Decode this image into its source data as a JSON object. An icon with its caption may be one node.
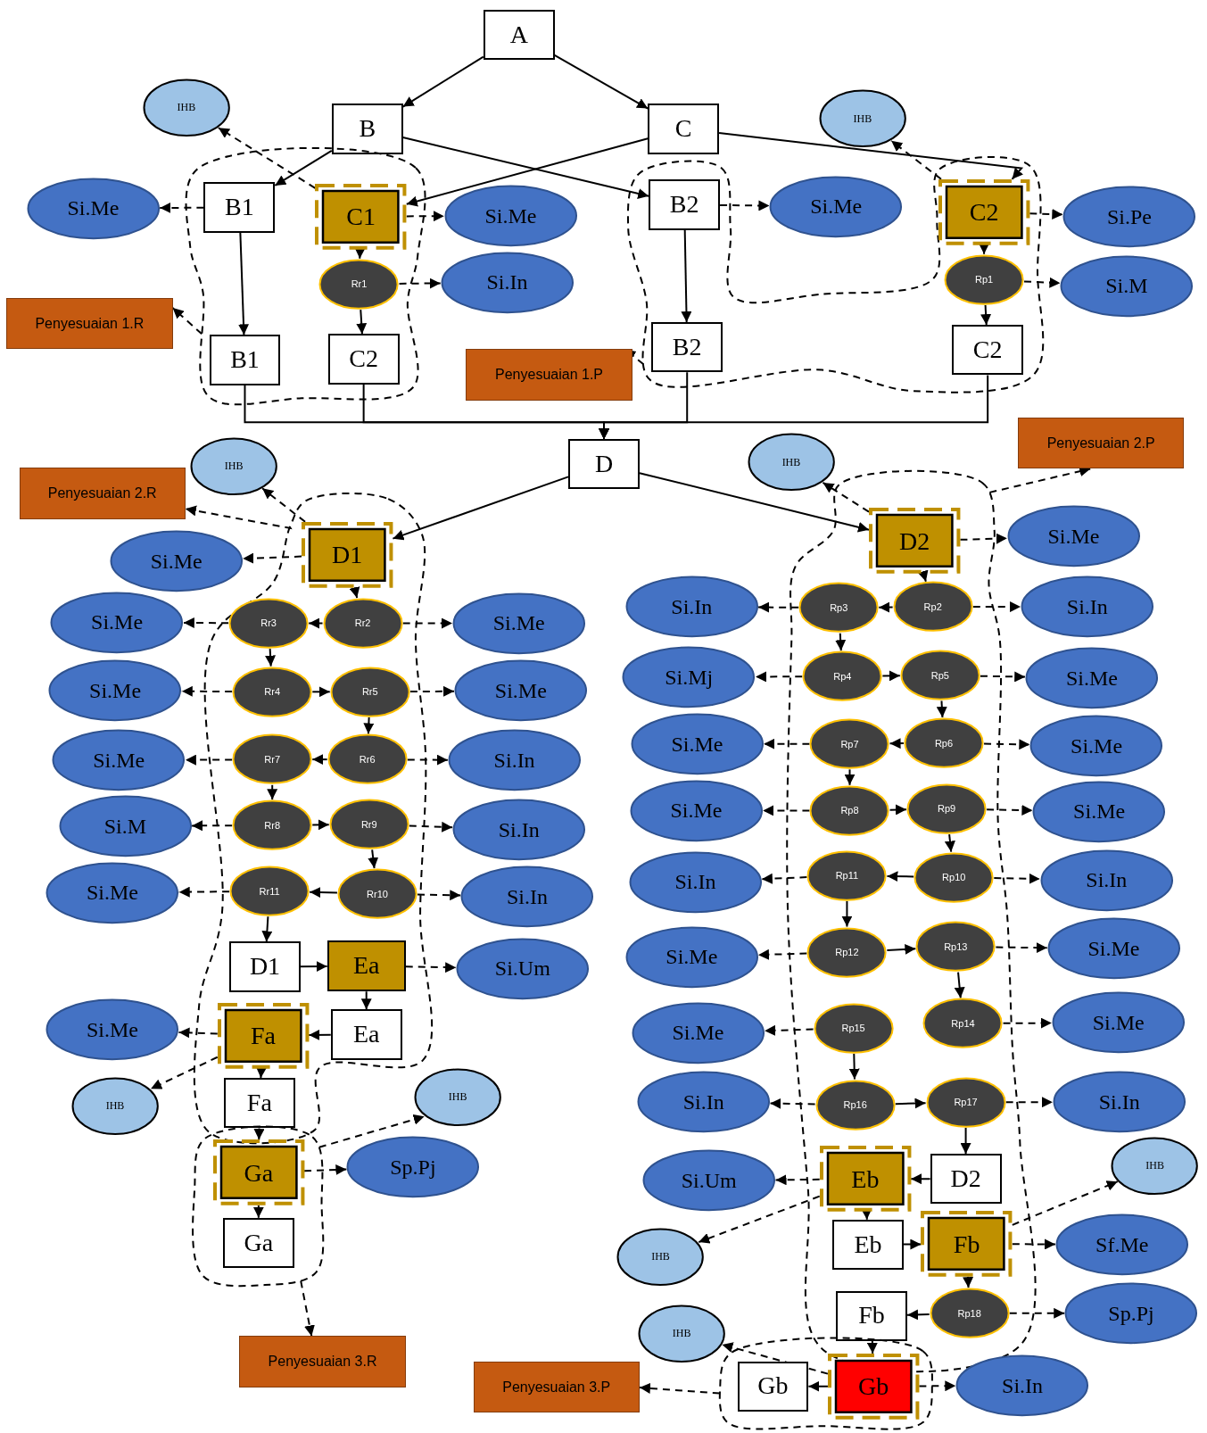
{
  "diagram": {
    "nodes": [
      {
        "text": [
          "A"
        ]
      },
      {
        "text": [
          "B"
        ]
      },
      {
        "text": [
          "C"
        ]
      },
      {
        "text": [
          "IHB"
        ]
      },
      {
        "text": [
          "IHB"
        ]
      },
      {
        "text": [],
        "shape": "cloud"
      },
      {
        "text": [
          "Si.Me"
        ]
      },
      {
        "text": [
          "B1"
        ],
        "in": 5
      },
      {
        "text": [
          "C1"
        ],
        "in": 5
      },
      {
        "text": [
          "Si.Me"
        ]
      },
      {
        "text": [],
        "shape": "cloud"
      },
      {
        "text": [
          "B2"
        ],
        "in": 10
      },
      {
        "text": [
          "Si.Me"
        ]
      },
      {
        "text": [
          "C2"
        ],
        "in": 10
      },
      {
        "text": [
          "Si.Pe"
        ]
      },
      {
        "text": [
          "Rr1"
        ],
        "in": 5
      },
      {
        "text": [
          "Si.In"
        ]
      },
      {
        "text": [
          "Rp1"
        ],
        "in": 10
      },
      {
        "text": [
          "Si.M"
        ]
      },
      {
        "text": [
          "Penyesuaian 1.R"
        ]
      },
      {
        "text": [
          "B1"
        ],
        "in": 5
      },
      {
        "text": [
          "C2"
        ],
        "in": 5
      },
      {
        "text": [
          "Penyesuaian 1.P"
        ]
      },
      {
        "text": [
          "B2"
        ],
        "in": 10
      },
      {
        "text": [
          "C2"
        ],
        "in": 10
      },
      {
        "text": [
          "Penyesuaian 2.P"
        ]
      },
      {
        "text": [
          "IHB"
        ]
      },
      {
        "text": [
          "D"
        ]
      },
      {
        "text": [
          "IHB"
        ]
      },
      {
        "text": [
          "Penyesuaian 2.R"
        ]
      },
      {
        "text": [],
        "shape": "cloud"
      },
      {
        "text": [],
        "shape": "cloud"
      },
      {
        "text": [
          "D2"
        ],
        "in": 31
      },
      {
        "text": [
          "Si.Me"
        ]
      },
      {
        "text": [
          "D1"
        ],
        "in": 30
      },
      {
        "text": [
          "Si.Me"
        ]
      },
      {
        "text": [
          "Si.In"
        ]
      },
      {
        "text": [
          "Rp3"
        ],
        "in": 31
      },
      {
        "text": [
          "Rp2"
        ],
        "in": 31
      },
      {
        "text": [
          "Si.In"
        ]
      },
      {
        "text": [
          "Si.Me"
        ]
      },
      {
        "text": [
          "Rr3"
        ],
        "in": 30
      },
      {
        "text": [
          "Rr2"
        ],
        "in": 30
      },
      {
        "text": [
          "Si.Me"
        ]
      },
      {
        "text": [
          "Si.Mj"
        ]
      },
      {
        "text": [
          "Rp4"
        ],
        "in": 31
      },
      {
        "text": [
          "Rp5"
        ],
        "in": 31
      },
      {
        "text": [
          "Si.Me"
        ]
      },
      {
        "text": [
          "Si.Me"
        ]
      },
      {
        "text": [
          "Rr4"
        ],
        "in": 30
      },
      {
        "text": [
          "Rr5"
        ],
        "in": 30
      },
      {
        "text": [
          "Si.Me"
        ]
      },
      {
        "text": [
          "Si.Me"
        ]
      },
      {
        "text": [
          "Rp7"
        ],
        "in": 31
      },
      {
        "text": [
          "Rp6"
        ],
        "in": 31
      },
      {
        "text": [
          "Si.Me"
        ]
      },
      {
        "text": [
          "Si.Me"
        ]
      },
      {
        "text": [
          "Rr7"
        ],
        "in": 30
      },
      {
        "text": [
          "Rr6"
        ],
        "in": 30
      },
      {
        "text": [
          "Si.In"
        ]
      },
      {
        "text": [
          "Si.Me"
        ]
      },
      {
        "text": [
          "Rp8"
        ],
        "in": 31
      },
      {
        "text": [
          "Rp9"
        ],
        "in": 31
      },
      {
        "text": [
          "Si.Me"
        ]
      },
      {
        "text": [
          "Si.M"
        ]
      },
      {
        "text": [
          "Rr8"
        ],
        "in": 30
      },
      {
        "text": [
          "Rr9"
        ],
        "in": 30
      },
      {
        "text": [
          "Si.In"
        ]
      },
      {
        "text": [
          "Si.In"
        ]
      },
      {
        "text": [
          "Rp11"
        ],
        "in": 31
      },
      {
        "text": [
          "Rp10"
        ],
        "in": 31
      },
      {
        "text": [
          "Si.In"
        ]
      },
      {
        "text": [
          "Si.Me"
        ]
      },
      {
        "text": [
          "Rr11"
        ],
        "in": 30
      },
      {
        "text": [
          "Rr10"
        ],
        "in": 30
      },
      {
        "text": [
          "Si.In"
        ]
      },
      {
        "text": [
          "Si.Me"
        ]
      },
      {
        "text": [
          "Rp12"
        ],
        "in": 31
      },
      {
        "text": [
          "Rp13"
        ],
        "in": 31
      },
      {
        "text": [
          "Si.Me"
        ]
      },
      {
        "text": [
          "D1"
        ],
        "in": 30
      },
      {
        "text": [
          "Ea"
        ],
        "in": 30
      },
      {
        "text": [
          "Si.Um"
        ]
      },
      {
        "text": [
          "Si.Me"
        ]
      },
      {
        "text": [
          "Rp15"
        ],
        "in": 31
      },
      {
        "text": [
          "Rp14"
        ],
        "in": 31
      },
      {
        "text": [
          "Si.Me"
        ]
      },
      {
        "text": [
          "Si.Me"
        ]
      },
      {
        "text": [
          "Fa"
        ],
        "in": 30
      },
      {
        "text": [
          "Ea"
        ],
        "in": 30
      },
      {
        "text": [
          "IHB"
        ]
      },
      {
        "text": [
          "IHB"
        ]
      },
      {
        "text": [
          "Fa"
        ],
        "in": 30
      },
      {
        "text": [
          "Si.In"
        ]
      },
      {
        "text": [
          "Rp16"
        ],
        "in": 31
      },
      {
        "text": [
          "Rp17"
        ],
        "in": 31
      },
      {
        "text": [
          "Si.In"
        ]
      },
      {
        "text": [],
        "shape": "cloud"
      },
      {
        "text": [
          "Ga"
        ],
        "in": 97
      },
      {
        "text": [
          "Sp.Pj"
        ]
      },
      {
        "text": [
          "IHB"
        ]
      },
      {
        "text": [
          "Si.Um"
        ]
      },
      {
        "text": [
          "Eb"
        ],
        "in": 31
      },
      {
        "text": [
          "D2"
        ],
        "in": 31
      },
      {
        "text": [
          "Ga"
        ],
        "in": 97
      },
      {
        "text": [
          "Eb"
        ],
        "in": 31
      },
      {
        "text": [
          "Fb"
        ],
        "in": 31
      },
      {
        "text": [
          "Sf.Me"
        ]
      },
      {
        "text": [
          "IHB"
        ]
      },
      {
        "text": [
          "Fb"
        ],
        "in": 31
      },
      {
        "text": [
          "Rp18"
        ],
        "in": 31
      },
      {
        "text": [
          "Sp.Pj"
        ]
      },
      {
        "text": [
          "IHB"
        ]
      },
      {
        "text": [
          "Penyesuaian 3.R"
        ]
      },
      {
        "text": [],
        "shape": "cloud"
      },
      {
        "text": [
          "Penyesuaian 3.P"
        ]
      },
      {
        "text": [
          "Gb"
        ],
        "in": 114
      },
      {
        "text": [
          "Gb"
        ],
        "in": 114
      },
      {
        "text": [
          "Si.In"
        ]
      }
    ],
    "edges": [
      {
        "from": 0,
        "to": 1,
        "arrow": "to"
      },
      {
        "from": 0,
        "to": 2,
        "arrow": "to"
      },
      {
        "from": 1,
        "to": 7,
        "arrow": "to"
      },
      {
        "from": 1,
        "to": 11,
        "arrow": "to"
      },
      {
        "from": 2,
        "to": 8,
        "arrow": "to"
      },
      {
        "from": 2,
        "to": 13,
        "arrow": "to"
      },
      {
        "from": 7,
        "to": 6,
        "arrow": "to",
        "style": "dashed"
      },
      {
        "from": 8,
        "to": 9,
        "arrow": "to",
        "style": "dashed"
      },
      {
        "from": 11,
        "to": 12,
        "arrow": "to",
        "style": "dashed"
      },
      {
        "from": 13,
        "to": 14,
        "arrow": "to",
        "style": "dashed"
      },
      {
        "from": 15,
        "to": 16,
        "arrow": "to",
        "style": "dashed"
      },
      {
        "from": 17,
        "to": 18,
        "arrow": "to",
        "style": "dashed"
      },
      {
        "from": 8,
        "to": 3,
        "arrow": "to",
        "style": "dashed"
      },
      {
        "from": 13,
        "to": 4,
        "arrow": "to",
        "style": "dashed"
      },
      {
        "from": 7,
        "to": 20,
        "arrow": "to"
      },
      {
        "from": 8,
        "to": 15,
        "arrow": "to"
      },
      {
        "from": 15,
        "to": 21,
        "arrow": "to"
      },
      {
        "from": 11,
        "to": 23,
        "arrow": "to"
      },
      {
        "from": 13,
        "to": 17,
        "arrow": "to"
      },
      {
        "from": 17,
        "to": 24,
        "arrow": "to"
      },
      {
        "from": 20,
        "to": 27,
        "arrow": "to"
      },
      {
        "from": 21,
        "to": 27,
        "arrow": "to"
      },
      {
        "from": 23,
        "to": 27,
        "arrow": "to"
      },
      {
        "from": 24,
        "to": 27,
        "arrow": "to"
      },
      {
        "from": 5,
        "to": 19,
        "arrow": "to",
        "style": "dashed"
      },
      {
        "from": 10,
        "to": 22,
        "arrow": "to",
        "style": "dashed"
      },
      {
        "from": 27,
        "to": 34,
        "arrow": "to"
      },
      {
        "from": 27,
        "to": 32,
        "arrow": "to"
      },
      {
        "from": 34,
        "to": 28,
        "arrow": "to",
        "style": "dashed"
      },
      {
        "from": 34,
        "to": 35,
        "arrow": "to",
        "style": "dashed"
      },
      {
        "from": 30,
        "to": 29,
        "arrow": "to",
        "style": "dashed"
      },
      {
        "from": 31,
        "to": 25,
        "arrow": "to",
        "style": "dashed"
      },
      {
        "from": 32,
        "to": 26,
        "arrow": "to",
        "style": "dashed"
      },
      {
        "from": 32,
        "to": 33,
        "arrow": "to",
        "style": "dashed"
      },
      {
        "from": 34,
        "to": 42,
        "arrow": "to"
      },
      {
        "from": 42,
        "to": 41,
        "arrow": "to"
      },
      {
        "from": 41,
        "to": 49,
        "arrow": "to"
      },
      {
        "from": 49,
        "to": 50,
        "arrow": "to"
      },
      {
        "from": 50,
        "to": 58,
        "arrow": "to"
      },
      {
        "from": 58,
        "to": 57,
        "arrow": "to"
      },
      {
        "from": 57,
        "to": 65,
        "arrow": "to"
      },
      {
        "from": 65,
        "to": 66,
        "arrow": "to"
      },
      {
        "from": 66,
        "to": 74,
        "arrow": "to"
      },
      {
        "from": 74,
        "to": 73,
        "arrow": "to"
      },
      {
        "from": 73,
        "to": 80,
        "arrow": "to"
      },
      {
        "from": 80,
        "to": 81,
        "arrow": "to"
      },
      {
        "from": 81,
        "to": 89,
        "arrow": "to"
      },
      {
        "from": 89,
        "to": 88,
        "arrow": "to"
      },
      {
        "from": 88,
        "to": 92,
        "arrow": "to"
      },
      {
        "from": 92,
        "to": 98,
        "arrow": "to"
      },
      {
        "from": 98,
        "to": 104,
        "arrow": "to"
      },
      {
        "from": 42,
        "to": 43,
        "arrow": "to",
        "style": "dashed"
      },
      {
        "from": 41,
        "to": 40,
        "arrow": "to",
        "style": "dashed"
      },
      {
        "from": 49,
        "to": 48,
        "arrow": "to",
        "style": "dashed"
      },
      {
        "from": 50,
        "to": 51,
        "arrow": "to",
        "style": "dashed"
      },
      {
        "from": 58,
        "to": 59,
        "arrow": "to",
        "style": "dashed"
      },
      {
        "from": 57,
        "to": 56,
        "arrow": "to",
        "style": "dashed"
      },
      {
        "from": 65,
        "to": 64,
        "arrow": "to",
        "style": "dashed"
      },
      {
        "from": 66,
        "to": 67,
        "arrow": "to",
        "style": "dashed"
      },
      {
        "from": 74,
        "to": 75,
        "arrow": "to",
        "style": "dashed"
      },
      {
        "from": 73,
        "to": 72,
        "arrow": "to",
        "style": "dashed"
      },
      {
        "from": 81,
        "to": 82,
        "arrow": "to",
        "style": "dashed"
      },
      {
        "from": 88,
        "to": 87,
        "arrow": "to",
        "style": "dashed"
      },
      {
        "from": 88,
        "to": 91,
        "arrow": "to",
        "style": "dashed"
      },
      {
        "from": 97,
        "to": 90,
        "arrow": "to",
        "style": "dashed"
      },
      {
        "from": 98,
        "to": 99,
        "arrow": "to",
        "style": "dashed"
      },
      {
        "from": 97,
        "to": 113,
        "arrow": "to",
        "style": "dashed"
      },
      {
        "from": 32,
        "to": 38,
        "arrow": "to"
      },
      {
        "from": 38,
        "to": 37,
        "arrow": "to"
      },
      {
        "from": 37,
        "to": 45,
        "arrow": "to"
      },
      {
        "from": 45,
        "to": 46,
        "arrow": "to"
      },
      {
        "from": 46,
        "to": 54,
        "arrow": "to"
      },
      {
        "from": 54,
        "to": 53,
        "arrow": "to"
      },
      {
        "from": 53,
        "to": 61,
        "arrow": "to"
      },
      {
        "from": 61,
        "to": 62,
        "arrow": "to"
      },
      {
        "from": 62,
        "to": 70,
        "arrow": "to"
      },
      {
        "from": 70,
        "to": 69,
        "arrow": "to"
      },
      {
        "from": 69,
        "to": 77,
        "arrow": "to"
      },
      {
        "from": 77,
        "to": 78,
        "arrow": "to"
      },
      {
        "from": 78,
        "to": 85,
        "arrow": "to"
      },
      {
        "from": 84,
        "to": 94,
        "arrow": "to"
      },
      {
        "from": 94,
        "to": 95,
        "arrow": "to"
      },
      {
        "from": 95,
        "to": 103,
        "arrow": "to"
      },
      {
        "from": 103,
        "to": 102,
        "arrow": "to"
      },
      {
        "from": 102,
        "to": 105,
        "arrow": "to"
      },
      {
        "from": 105,
        "to": 106,
        "arrow": "to"
      },
      {
        "from": 106,
        "to": 110,
        "arrow": "to"
      },
      {
        "from": 110,
        "to": 109,
        "arrow": "to"
      },
      {
        "from": 109,
        "to": 117,
        "arrow": "to"
      },
      {
        "from": 117,
        "to": 116,
        "arrow": "to"
      },
      {
        "from": 38,
        "to": 39,
        "arrow": "to",
        "style": "dashed"
      },
      {
        "from": 37,
        "to": 36,
        "arrow": "to",
        "style": "dashed"
      },
      {
        "from": 45,
        "to": 44,
        "arrow": "to",
        "style": "dashed"
      },
      {
        "from": 46,
        "to": 47,
        "arrow": "to",
        "style": "dashed"
      },
      {
        "from": 54,
        "to": 55,
        "arrow": "to",
        "style": "dashed"
      },
      {
        "from": 53,
        "to": 52,
        "arrow": "to",
        "style": "dashed"
      },
      {
        "from": 61,
        "to": 60,
        "arrow": "to",
        "style": "dashed"
      },
      {
        "from": 62,
        "to": 63,
        "arrow": "to",
        "style": "dashed"
      },
      {
        "from": 70,
        "to": 71,
        "arrow": "to",
        "style": "dashed"
      },
      {
        "from": 69,
        "to": 68,
        "arrow": "to",
        "style": "dashed"
      },
      {
        "from": 77,
        "to": 76,
        "arrow": "to",
        "style": "dashed"
      },
      {
        "from": 78,
        "to": 79,
        "arrow": "to",
        "style": "dashed"
      },
      {
        "from": 85,
        "to": 86,
        "arrow": "to",
        "style": "dashed"
      },
      {
        "from": 84,
        "to": 83,
        "arrow": "to",
        "style": "dashed"
      },
      {
        "from": 94,
        "to": 93,
        "arrow": "to",
        "style": "dashed"
      },
      {
        "from": 95,
        "to": 96,
        "arrow": "to",
        "style": "dashed"
      },
      {
        "from": 102,
        "to": 101,
        "arrow": "to",
        "style": "dashed"
      },
      {
        "from": 102,
        "to": 108,
        "arrow": "to",
        "style": "dashed"
      },
      {
        "from": 106,
        "to": 107,
        "arrow": "to",
        "style": "dashed"
      },
      {
        "from": 106,
        "to": 100,
        "arrow": "to",
        "style": "dashed"
      },
      {
        "from": 110,
        "to": 111,
        "arrow": "to",
        "style": "dashed"
      },
      {
        "from": 117,
        "to": 118,
        "arrow": "to",
        "style": "dashed"
      },
      {
        "from": 117,
        "to": 112,
        "arrow": "to",
        "style": "dashed"
      },
      {
        "from": 114,
        "to": 115,
        "arrow": "to",
        "style": "dashed"
      }
    ]
  }
}
